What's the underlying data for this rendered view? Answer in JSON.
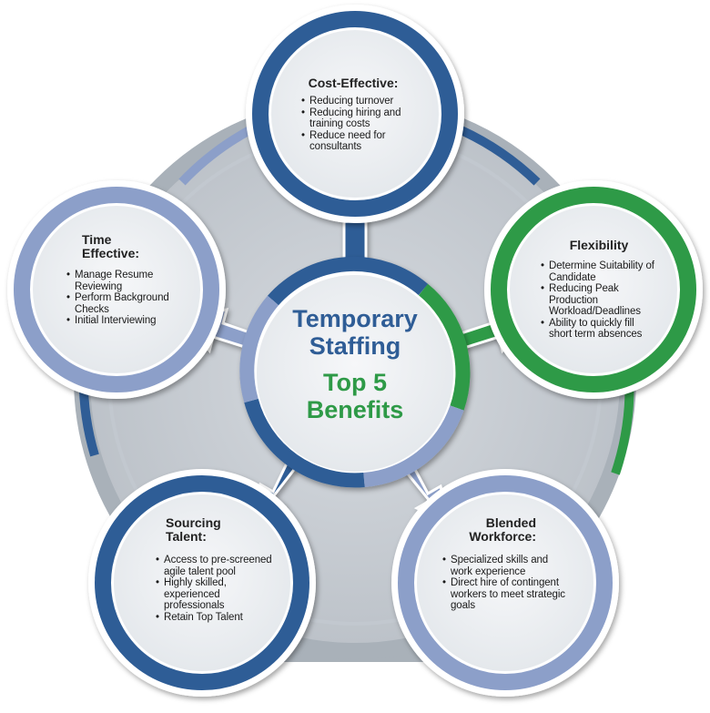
{
  "center": {
    "line1": "Temporary",
    "line2": "Staffing",
    "line3": "Top 5",
    "line4": "Benefits"
  },
  "colors": {
    "blue": "#2f5d96",
    "light_blue": "#8c9fc9",
    "green": "#2e9a47",
    "gray_ring": "#a9b1b9",
    "inner_fill": "#eef1f4",
    "base_fill": "#c9ced4"
  },
  "nodes": [
    {
      "id": "cost-effective",
      "title_lines": [
        "Cost-Effective:"
      ],
      "items": [
        "Reducing turnover",
        "Reducing hiring and training costs",
        "Reduce need for consultants"
      ],
      "color": "blue"
    },
    {
      "id": "flexibility",
      "title_lines": [
        "Flexibility"
      ],
      "items": [
        "Determine Suitability of Candidate",
        "Reducing Peak Production Workload/Deadlines",
        "Ability to quickly fill short term absences"
      ],
      "color": "green"
    },
    {
      "id": "blended-workforce",
      "title_lines": [
        "Blended",
        "Workforce:"
      ],
      "items": [
        "Specialized skills and work experience",
        "Direct hire of contingent workers to meet strategic goals"
      ],
      "color": "light_blue"
    },
    {
      "id": "sourcing-talent",
      "title_lines": [
        "Sourcing",
        "Talent:"
      ],
      "items": [
        "Access to pre-screened agile talent pool",
        "Highly skilled, experienced professionals",
        "Retain Top Talent"
      ],
      "color": "blue"
    },
    {
      "id": "time-effective",
      "title_lines": [
        "Time",
        "Effective:"
      ],
      "items": [
        "Manage Resume Reviewing",
        "Perform Background Checks",
        "Initial Interviewing"
      ],
      "color": "light_blue"
    }
  ]
}
